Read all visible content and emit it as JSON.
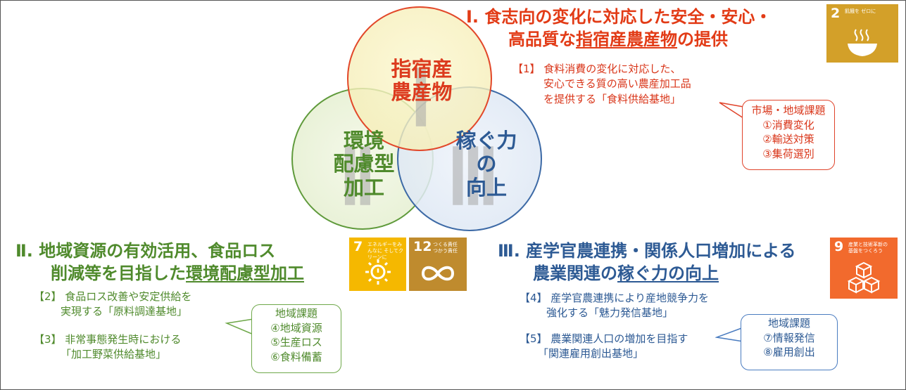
{
  "venn": {
    "circle1": {
      "numeral": "Ⅰ",
      "label": [
        "指宿産",
        "農産物"
      ]
    },
    "circle2": {
      "numeral": "Ⅱ",
      "label": [
        "環境",
        "配慮型",
        "加工"
      ]
    },
    "circle3": {
      "numeral": "Ⅲ",
      "label": [
        "稼ぐ力",
        "の",
        "向上"
      ]
    }
  },
  "section1": {
    "heading_line1": "Ⅰ. 食志向の変化に対応した安全・安心・",
    "heading_line2_pre": "高品質な",
    "heading_line2_u": "指宿産農産物",
    "heading_line2_post": "の提供",
    "item1_line1": "【1】 食料消費の変化に対応した、",
    "item1_line2": "安心できる質の高い農産加工品",
    "item1_line3": "を提供する「食料供給基地」",
    "callout_title": "市場・地域課題",
    "callout_items": [
      "①消費変化",
      "②輸送対策",
      "③集荷選別"
    ]
  },
  "section2": {
    "heading_line1": "Ⅱ. 地域資源の有効活用、食品ロス",
    "heading_line2_pre": "削減等を目指した",
    "heading_line2_u": "環境配慮型加工",
    "item2_line1": "【2】 食品ロス改善や安定供給を",
    "item2_line2": "実現する「原料調達基地」",
    "item3_line1": "【3】 非常事態発生時における",
    "item3_line2": "「加工野菜供給基地」",
    "callout_title": "地域課題",
    "callout_items": [
      "④地域資源",
      "⑤生産ロス",
      "⑥食料備蓄"
    ]
  },
  "section3": {
    "heading_line1": "Ⅲ. 産学官農連携・関係人口増加による",
    "heading_line2_pre": "農業関連の",
    "heading_line2_u": "稼ぐ力の向上",
    "item4_line1": "【4】 産学官農連携により産地競争力を",
    "item4_line2": "強化する「魅力発信基地」",
    "item5_line1": "【5】 農業関連人口の増加を目指す",
    "item5_line2": "「関連雇用創出基地」",
    "callout_title": "地域課題",
    "callout_items": [
      "⑦情報発信",
      "⑧雇用創出"
    ]
  },
  "sdgs": [
    {
      "num": "2",
      "text": "飢餓を ゼロに",
      "color": "#d3a029",
      "icon": "bowl-icon"
    },
    {
      "num": "7",
      "text": "エネルギーをみんなに そしてクリーンに",
      "color": "#f5b800",
      "icon": "sun-icon"
    },
    {
      "num": "12",
      "text": "つくる責任 つかう責任",
      "color": "#bf8b2e",
      "icon": "infinity-icon"
    },
    {
      "num": "9",
      "text": "産業と技術革新の 基盤をつくろう",
      "color": "#f26a2d",
      "icon": "cubes-icon"
    }
  ],
  "colors": {
    "red": "#e23b16",
    "green": "#4f8a2c",
    "blue": "#2d5a94"
  }
}
